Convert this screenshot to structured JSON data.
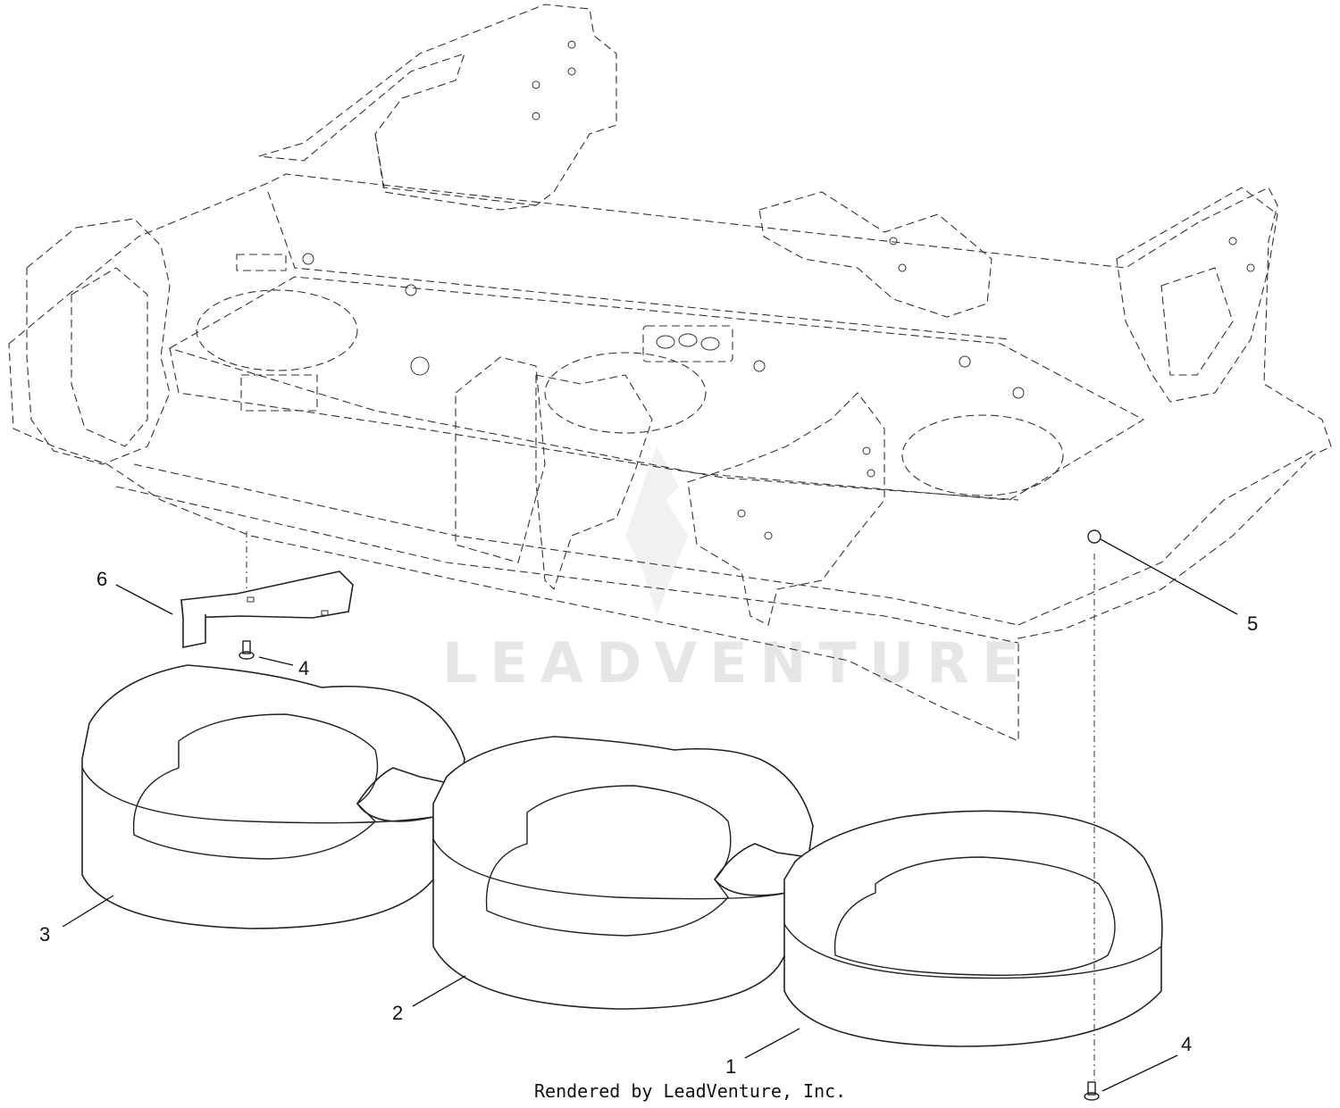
{
  "diagram": {
    "credit": "Rendered by LeadVenture, Inc.",
    "watermark": "LEADVENTURE",
    "callouts": [
      {
        "id": "c6",
        "label": "6"
      },
      {
        "id": "c4a",
        "label": "4"
      },
      {
        "id": "c5",
        "label": "5"
      },
      {
        "id": "c3",
        "label": "3"
      },
      {
        "id": "c2",
        "label": "2"
      },
      {
        "id": "c1",
        "label": "1"
      },
      {
        "id": "c4b",
        "label": "4"
      }
    ]
  }
}
